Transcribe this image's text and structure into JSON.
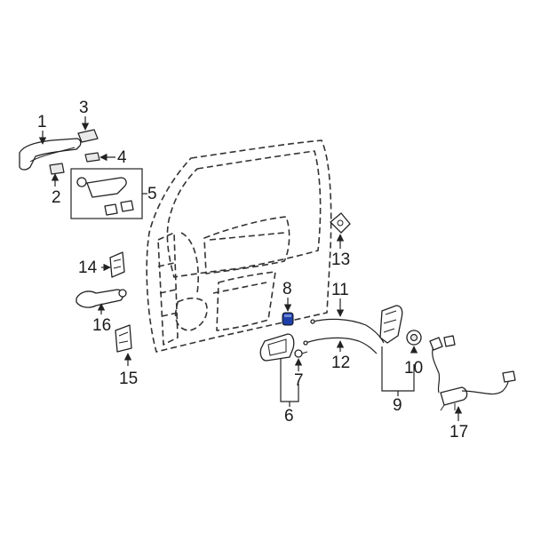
{
  "diagram": {
    "highlight_color": "#1e3fa8",
    "callouts": [
      {
        "id": "1",
        "label": "1"
      },
      {
        "id": "2",
        "label": "2"
      },
      {
        "id": "3",
        "label": "3"
      },
      {
        "id": "4",
        "label": "4"
      },
      {
        "id": "5",
        "label": "5"
      },
      {
        "id": "6",
        "label": "6"
      },
      {
        "id": "7",
        "label": "7"
      },
      {
        "id": "8",
        "label": "8"
      },
      {
        "id": "9",
        "label": "9"
      },
      {
        "id": "10",
        "label": "10"
      },
      {
        "id": "11",
        "label": "11"
      },
      {
        "id": "12",
        "label": "12"
      },
      {
        "id": "13",
        "label": "13"
      },
      {
        "id": "14",
        "label": "14"
      },
      {
        "id": "15",
        "label": "15"
      },
      {
        "id": "16",
        "label": "16"
      },
      {
        "id": "17",
        "label": "17"
      }
    ]
  }
}
